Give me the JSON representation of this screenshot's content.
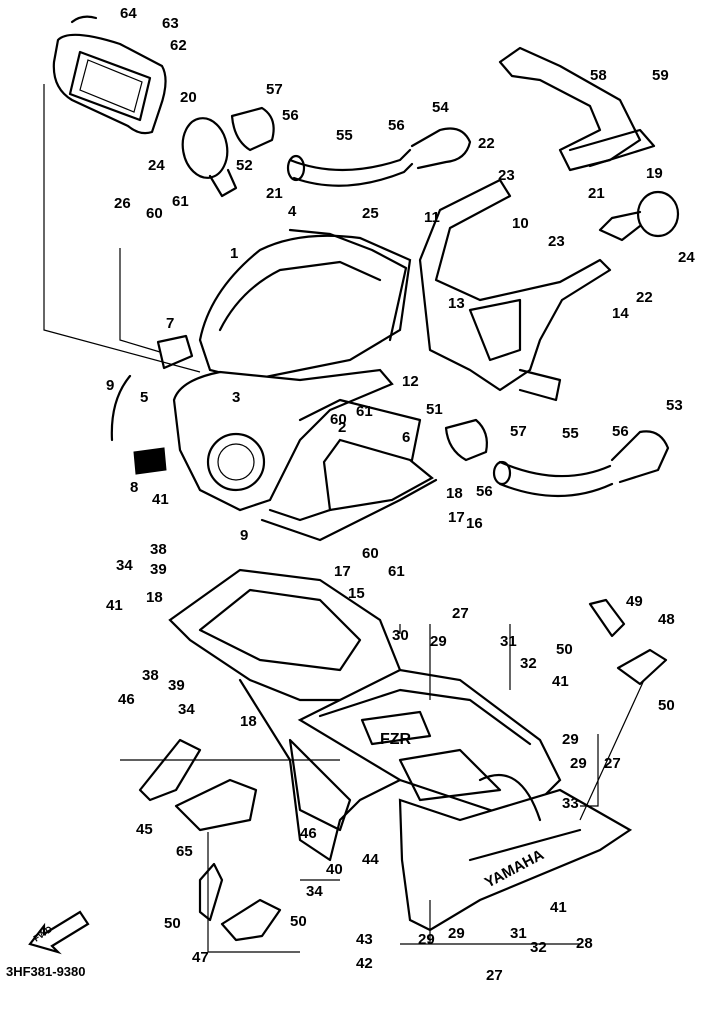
{
  "diagram": {
    "drawing_code": "3HF381-9380",
    "fwd_label": "FWD",
    "yamaha_text": "YAMAHA",
    "fzr_text": "FZR",
    "callouts": [
      {
        "id": "c64",
        "text": "64"
      },
      {
        "id": "c63",
        "text": "63"
      },
      {
        "id": "c62",
        "text": "62"
      },
      {
        "id": "c20",
        "text": "20"
      },
      {
        "id": "c57a",
        "text": "57"
      },
      {
        "id": "c56a",
        "text": "56"
      },
      {
        "id": "c52",
        "text": "52"
      },
      {
        "id": "c54",
        "text": "54"
      },
      {
        "id": "c55a",
        "text": "55"
      },
      {
        "id": "c56b",
        "text": "56"
      },
      {
        "id": "c22a",
        "text": "22"
      },
      {
        "id": "c58",
        "text": "58"
      },
      {
        "id": "c59",
        "text": "59"
      },
      {
        "id": "c24a",
        "text": "24"
      },
      {
        "id": "c21a",
        "text": "21"
      },
      {
        "id": "c23a",
        "text": "23"
      },
      {
        "id": "c19",
        "text": "19"
      },
      {
        "id": "c26",
        "text": "26"
      },
      {
        "id": "c60a",
        "text": "60"
      },
      {
        "id": "c61a",
        "text": "61"
      },
      {
        "id": "c4",
        "text": "4"
      },
      {
        "id": "c25",
        "text": "25"
      },
      {
        "id": "c11",
        "text": "11"
      },
      {
        "id": "c10",
        "text": "10"
      },
      {
        "id": "c23b",
        "text": "23"
      },
      {
        "id": "c21b",
        "text": "21"
      },
      {
        "id": "c24b",
        "text": "24"
      },
      {
        "id": "c1",
        "text": "1"
      },
      {
        "id": "c22b",
        "text": "22"
      },
      {
        "id": "c13",
        "text": "13"
      },
      {
        "id": "c14",
        "text": "14"
      },
      {
        "id": "c7",
        "text": "7"
      },
      {
        "id": "c12",
        "text": "12"
      },
      {
        "id": "c3",
        "text": "3"
      },
      {
        "id": "c9a",
        "text": "9"
      },
      {
        "id": "c5",
        "text": "5"
      },
      {
        "id": "c60b",
        "text": "60"
      },
      {
        "id": "c61b",
        "text": "61"
      },
      {
        "id": "c51",
        "text": "51"
      },
      {
        "id": "c57b",
        "text": "57"
      },
      {
        "id": "c53",
        "text": "53"
      },
      {
        "id": "c2",
        "text": "2"
      },
      {
        "id": "c6",
        "text": "6"
      },
      {
        "id": "c55b",
        "text": "55"
      },
      {
        "id": "c56c",
        "text": "56"
      },
      {
        "id": "c56d",
        "text": "56"
      },
      {
        "id": "c8",
        "text": "8"
      },
      {
        "id": "c9b",
        "text": "9"
      },
      {
        "id": "c18a",
        "text": "18"
      },
      {
        "id": "c17a",
        "text": "17"
      },
      {
        "id": "c16",
        "text": "16"
      },
      {
        "id": "c41a",
        "text": "41"
      },
      {
        "id": "c38a",
        "text": "38"
      },
      {
        "id": "c34a",
        "text": "34"
      },
      {
        "id": "c39a",
        "text": "39"
      },
      {
        "id": "c60c",
        "text": "60"
      },
      {
        "id": "c61c",
        "text": "61"
      },
      {
        "id": "c17b",
        "text": "17"
      },
      {
        "id": "c15",
        "text": "15"
      },
      {
        "id": "c41b",
        "text": "41"
      },
      {
        "id": "c18b",
        "text": "18"
      },
      {
        "id": "c27a",
        "text": "27"
      },
      {
        "id": "c30",
        "text": "30"
      },
      {
        "id": "c29a",
        "text": "29"
      },
      {
        "id": "c31a",
        "text": "31"
      },
      {
        "id": "c49",
        "text": "49"
      },
      {
        "id": "c48",
        "text": "48"
      },
      {
        "id": "c50a",
        "text": "50"
      },
      {
        "id": "c32a",
        "text": "32"
      },
      {
        "id": "c41c",
        "text": "41"
      },
      {
        "id": "c38b",
        "text": "38"
      },
      {
        "id": "c39b",
        "text": "39"
      },
      {
        "id": "c34b",
        "text": "34"
      },
      {
        "id": "c50b",
        "text": "50"
      },
      {
        "id": "c46a",
        "text": "46"
      },
      {
        "id": "c18c",
        "text": "18"
      },
      {
        "id": "c29b",
        "text": "29"
      },
      {
        "id": "c29c",
        "text": "29"
      },
      {
        "id": "c27b",
        "text": "27"
      },
      {
        "id": "c33",
        "text": "33"
      },
      {
        "id": "c45",
        "text": "45"
      },
      {
        "id": "c46b",
        "text": "46"
      },
      {
        "id": "c65",
        "text": "65"
      },
      {
        "id": "c40",
        "text": "40"
      },
      {
        "id": "c44",
        "text": "44"
      },
      {
        "id": "c34c",
        "text": "34"
      },
      {
        "id": "c50c",
        "text": "50"
      },
      {
        "id": "c50d",
        "text": "50"
      },
      {
        "id": "c47",
        "text": "47"
      },
      {
        "id": "c43",
        "text": "43"
      },
      {
        "id": "c42",
        "text": "42"
      },
      {
        "id": "c29d",
        "text": "29"
      },
      {
        "id": "c29e",
        "text": "29"
      },
      {
        "id": "c31b",
        "text": "31"
      },
      {
        "id": "c32b",
        "text": "32"
      },
      {
        "id": "c41d",
        "text": "41"
      },
      {
        "id": "c28",
        "text": "28"
      },
      {
        "id": "c27c",
        "text": "27"
      }
    ]
  }
}
